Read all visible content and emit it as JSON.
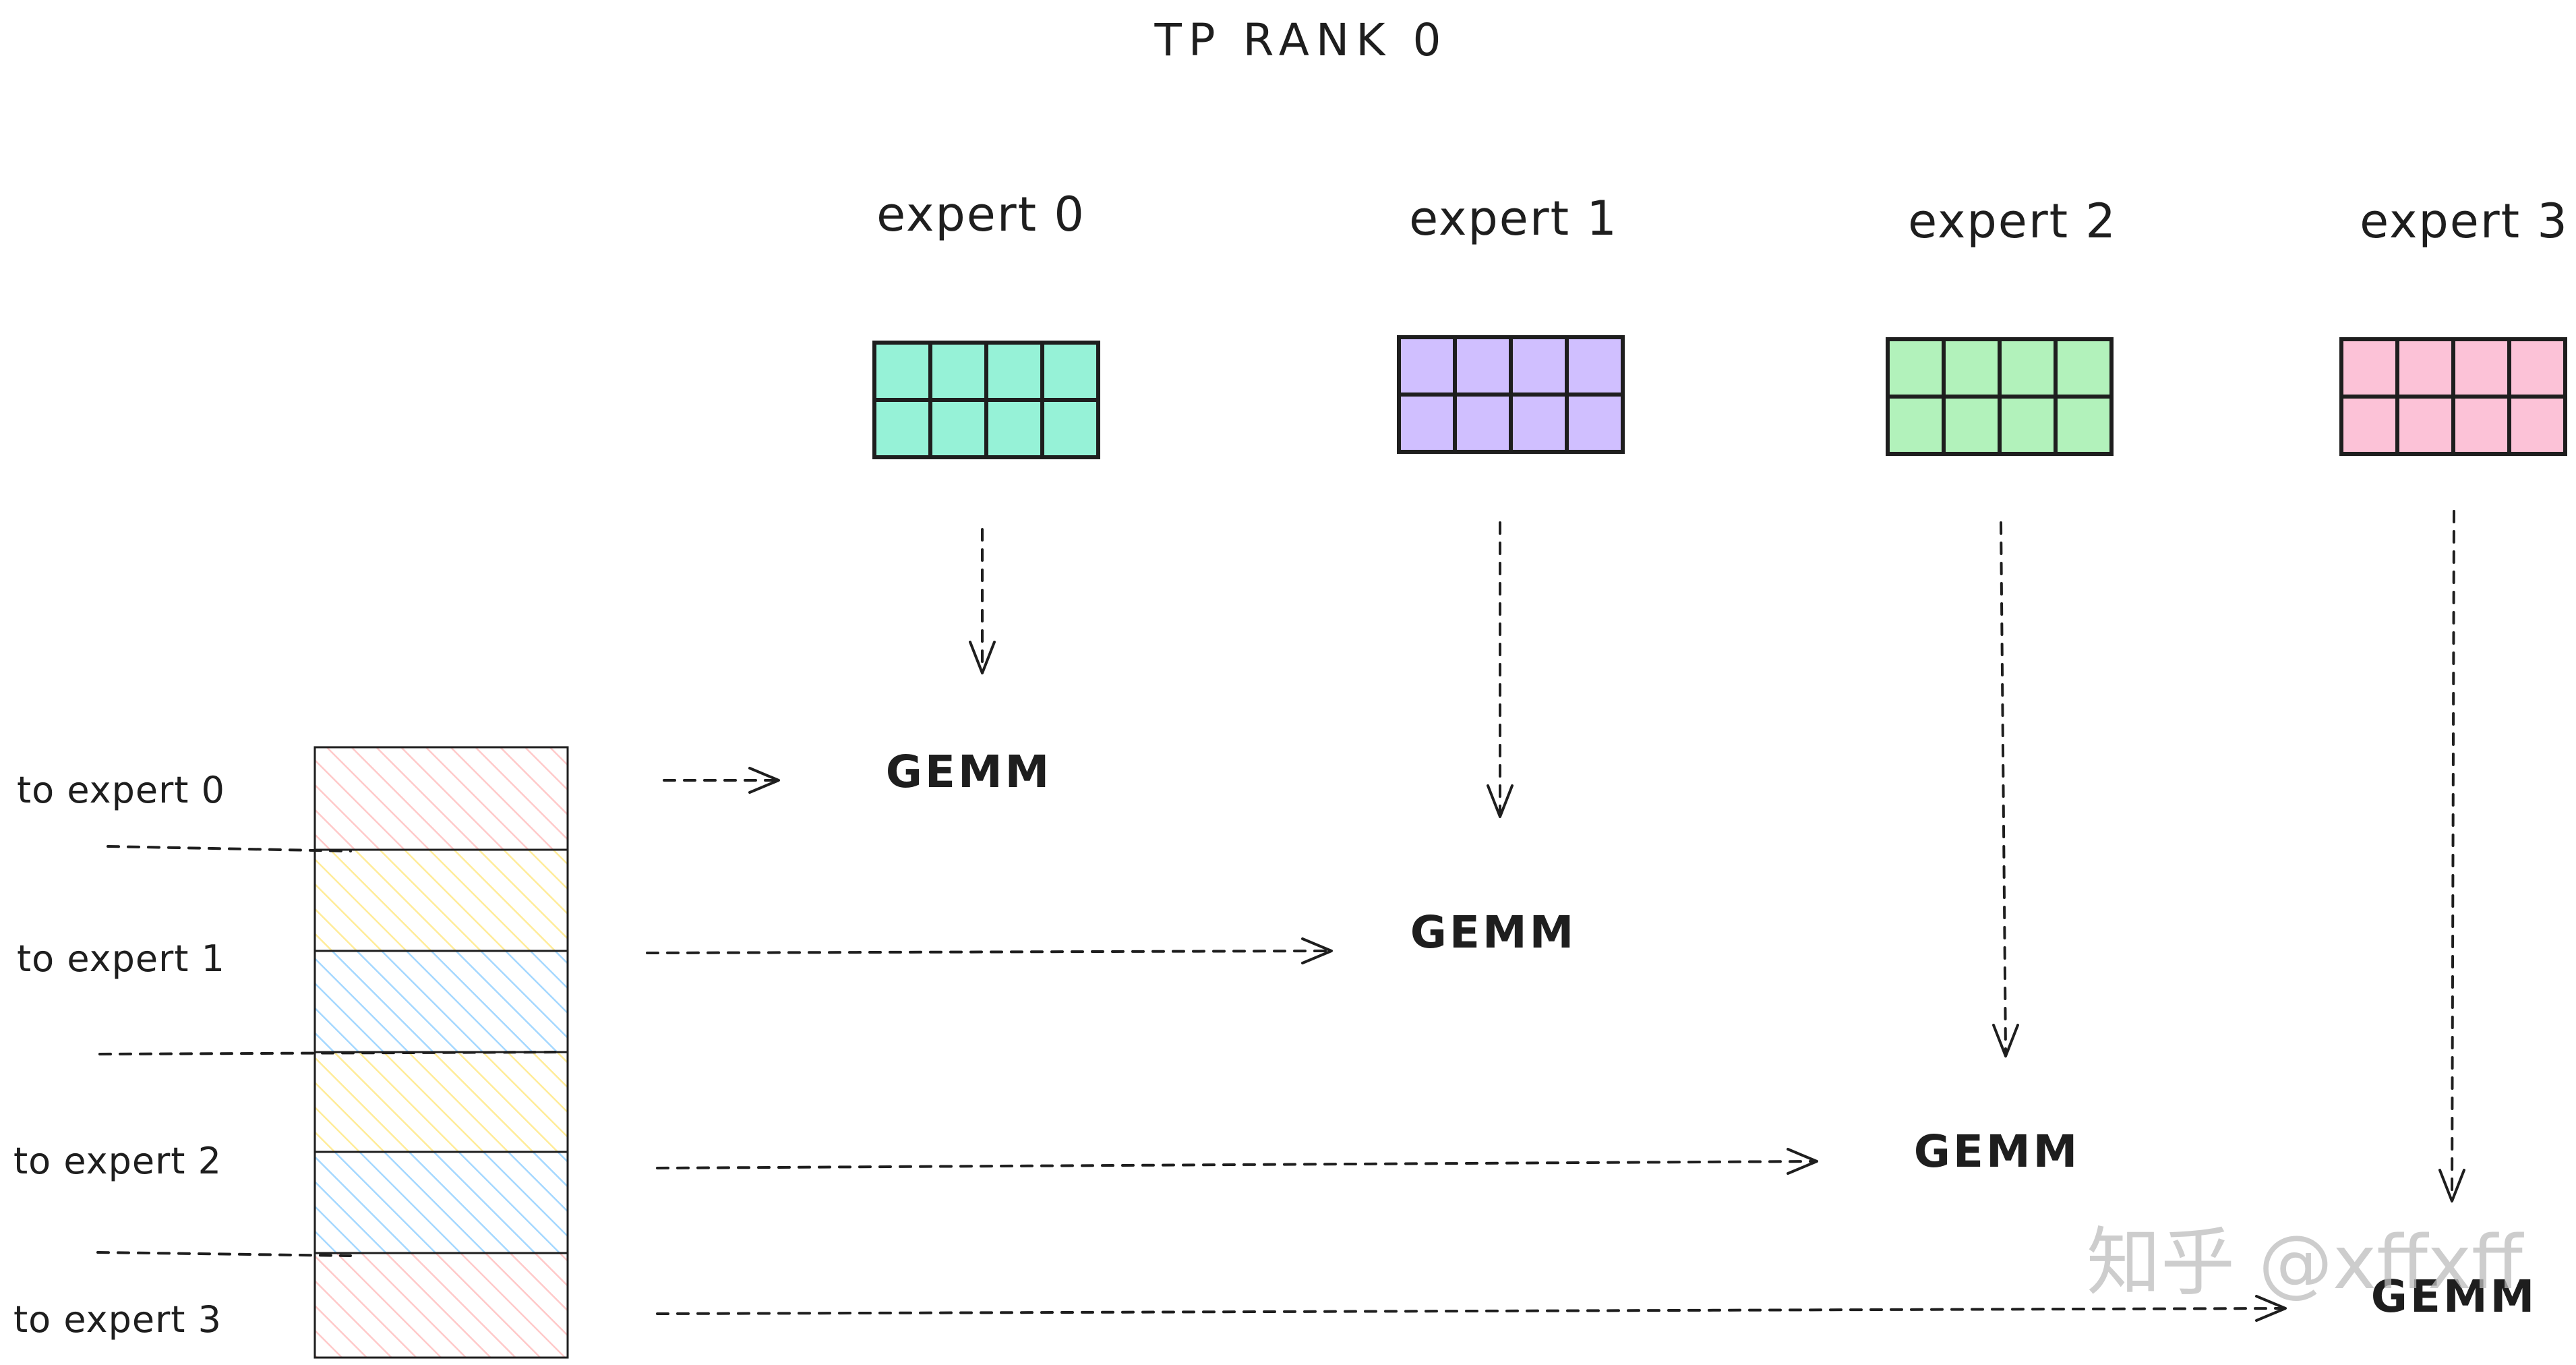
{
  "title": "TP RANK 0",
  "experts": [
    {
      "label": "expert 0",
      "color": "#96f2d7",
      "gemm": "GEMM"
    },
    {
      "label": "expert 1",
      "color": "#d0bfff",
      "gemm": "GEMM"
    },
    {
      "label": "expert 2",
      "color": "#b2f2bb",
      "gemm": "GEMM"
    },
    {
      "label": "expert 3",
      "color": "#fcc2d7",
      "gemm": "GEMM"
    }
  ],
  "grid": {
    "rows": 2,
    "cols": 4
  },
  "token_segments": [
    {
      "color": "#ffc9c9"
    },
    {
      "color": "#ffec99"
    },
    {
      "color": "#a5d8ff"
    },
    {
      "color": "#ffec99"
    },
    {
      "color": "#a5d8ff"
    },
    {
      "color": "#ffc9c9"
    }
  ],
  "routes": [
    {
      "label": "to expert 0"
    },
    {
      "label": "to expert 1"
    },
    {
      "label": "to expert 2"
    },
    {
      "label": "to expert 3"
    }
  ],
  "watermark": "知乎 @xffxff"
}
